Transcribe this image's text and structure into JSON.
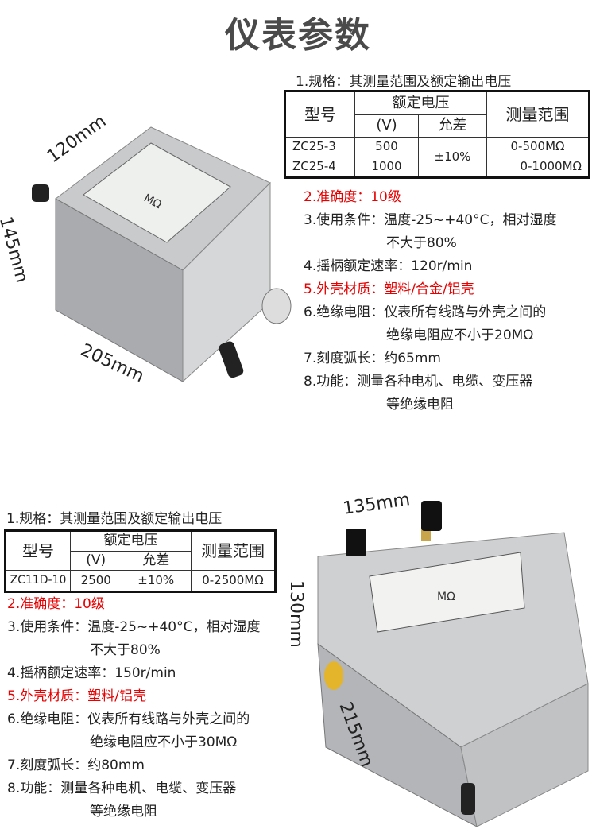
{
  "title": "仪表参数",
  "top": {
    "heading": "1.规格：其测量范围及额定输出电压",
    "table": {
      "h_model": "型号",
      "h_voltage": "额定电压",
      "h_unit": "(V)",
      "h_tol": "允差",
      "h_range": "测量范围",
      "rows": [
        {
          "model": "ZC25-3",
          "v": "500",
          "range": "0-500MΩ"
        },
        {
          "model": "ZC25-4",
          "v": "1000",
          "range": "0-1000MΩ"
        }
      ],
      "tol": "±10%"
    },
    "lines": [
      {
        "text": "2.准确度：10级",
        "red": true
      },
      {
        "text": "3.使用条件：温度-25~+40°C，相对湿度"
      },
      {
        "text": "不大于80%",
        "indent": true
      },
      {
        "text": "4.摇柄额定速率：120r/min"
      },
      {
        "text": "5.外壳材质：塑料/合金/铝壳",
        "red": true
      },
      {
        "text": "6.绝缘电阻：仪表所有线路与外壳之间的"
      },
      {
        "text": "绝缘电阻应不小于20MΩ",
        "indent": true
      },
      {
        "text": "7.刻度弧长：约65mm"
      },
      {
        "text": "8.功能：测量各种电机、电缆、变压器"
      },
      {
        "text": "等绝缘电阻",
        "indent": true
      }
    ],
    "dims": {
      "width": "120mm",
      "height": "145mm",
      "depth": "205mm"
    },
    "meter_unit": "MΩ"
  },
  "bottom": {
    "heading": "1.规格：其测量范围及额定输出电压",
    "table": {
      "h_model": "型号",
      "h_voltage": "额定电压",
      "h_unit": "(V)",
      "h_tol": "允差",
      "h_range": "测量范围",
      "rows": [
        {
          "model": "ZC11D-10",
          "v": "2500",
          "tol": "±10%",
          "range": "0-2500MΩ"
        }
      ]
    },
    "lines": [
      {
        "text": "2.准确度：10级",
        "red": true
      },
      {
        "text": "3.使用条件：温度-25~+40°C，相对湿度"
      },
      {
        "text": "不大于80%",
        "indent": true
      },
      {
        "text": "4.摇柄额定速率：150r/min"
      },
      {
        "text": "5.外壳材质：塑料/铝壳",
        "red": true
      },
      {
        "text": "6.绝缘电阻：仪表所有线路与外壳之间的"
      },
      {
        "text": "绝缘电阻应不小于30MΩ",
        "indent": true
      },
      {
        "text": "7.刻度弧长：约80mm"
      },
      {
        "text": "8.功能：测量各种电机、电缆、变压器"
      },
      {
        "text": "等绝缘电阻",
        "indent": true
      }
    ],
    "dims": {
      "width": "135mm",
      "height": "130mm",
      "depth": "215mm"
    },
    "meter_unit": "MΩ"
  }
}
